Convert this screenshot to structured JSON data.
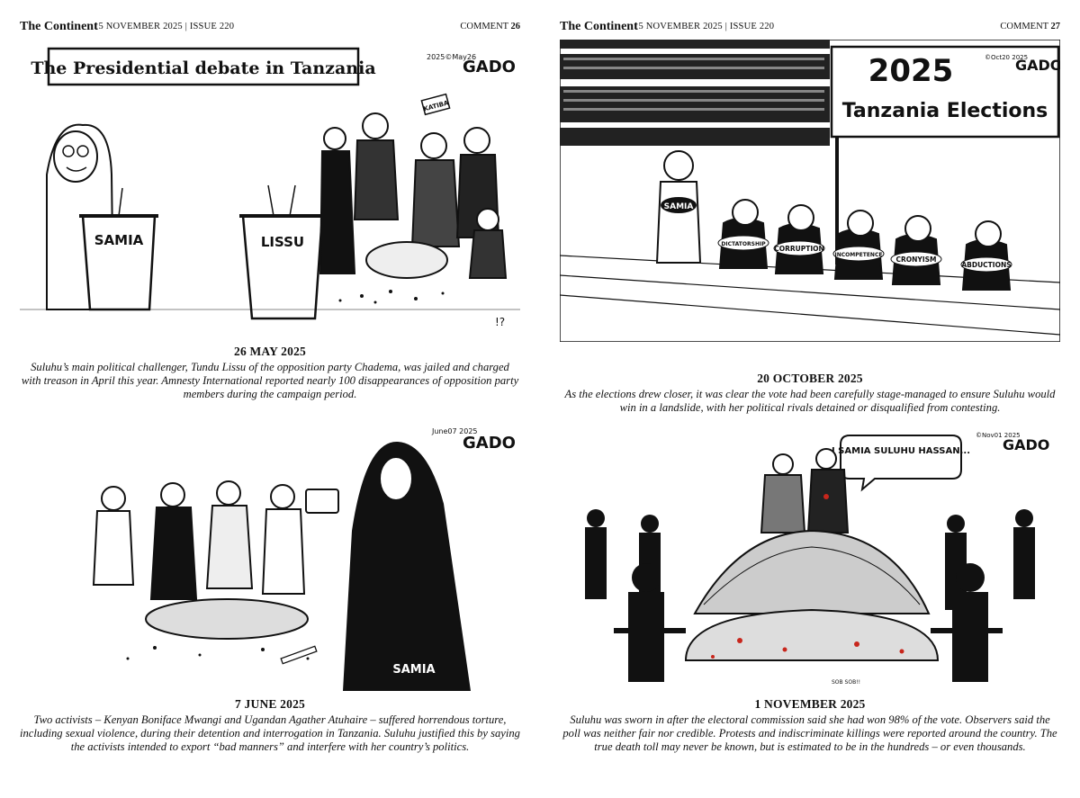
{
  "colors": {
    "ink": "#111111",
    "paper": "#ffffff",
    "red": "#c8261c",
    "grey": "#8a8a8a"
  },
  "left_page": {
    "brand": "The Continent",
    "issue_line": "15 NOVEMBER 2025 | ISSUE 220",
    "section": "COMMENT",
    "page_number": "26",
    "cartoon1": {
      "sign_title": "The Presidential debate in Tanzania",
      "signature": "2025©May26",
      "artist": "GADO",
      "podium_left": "SAMIA",
      "podium_right": "LISSU",
      "placard": "KATIBA",
      "exclaim": "!?",
      "date": "26 MAY 2025",
      "text": "Suluhu’s main political challenger, Tundu Lissu of the opposition party Chadema, was jailed and charged with treason in April this year. Amnesty International reported nearly 100 disappearances of opposition party members during the campaign period."
    },
    "cartoon2": {
      "signature": "June07 2025",
      "artist": "GADO",
      "robe_label": "SAMIA",
      "date": "7 JUNE 2025",
      "text": "Two activists – Kenyan Boniface Mwangi and Ugandan Agather Atuhaire – suffered horrendous torture, including sexual violence, during their detention and interrogation in Tanzania. Suluhu justified this by saying the activists intended to export “bad manners” and interfere with her country’s politics."
    }
  },
  "right_page": {
    "brand": "The Continent",
    "issue_line": "15 NOVEMBER 2025 | ISSUE 220",
    "section": "COMMENT",
    "page_number": "27",
    "cartoon3": {
      "year": "2025",
      "banner": "Tanzania Elections",
      "signature": "©Oct20 2025",
      "artist": "GADO",
      "runner_main": "SAMIA",
      "runners": [
        "DICTATORSHIP",
        "CORRUPTION",
        "INCOMPETENCE",
        "CRONYISM",
        "ABDUCTIONS"
      ],
      "date": "20 OCTOBER 2025",
      "text": "As the elections drew closer, it was clear the vote had been carefully stage-managed to ensure Suluhu would win in a landslide, with her political rivals detained or disqualified from contesting."
    },
    "cartoon4": {
      "speech": "I SAMIA SULUHU HASSAN...",
      "signature": "©Nov01 2025",
      "artist": "GADO",
      "sob": "SOB SOB!!",
      "date": "1 NOVEMBER 2025",
      "text": "Suluhu was sworn in after the electoral commission said she had won 98% of the vote. Observers said the poll was neither fair nor credible. Protests and indiscriminate killings were reported around the country. The true death toll may never be known, but is estimated to be in the hundreds – or even thousands."
    }
  }
}
